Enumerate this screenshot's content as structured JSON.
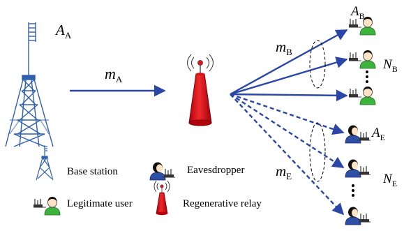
{
  "labels": {
    "antenna_bs": {
      "main": "A",
      "sub": "A"
    },
    "antenna_b": {
      "main": "A",
      "sub": "B"
    },
    "antenna_e": {
      "main": "A",
      "sub": "E"
    },
    "m_a": {
      "main": "m",
      "sub": "A"
    },
    "m_b": {
      "main": "m",
      "sub": "B"
    },
    "m_e": {
      "main": "m",
      "sub": "E"
    },
    "n_b": {
      "main": "N",
      "sub": "B"
    },
    "n_e": {
      "main": "N",
      "sub": "E"
    }
  },
  "legend": {
    "base_station": "Base station",
    "legitimate_user": "Legitimate user",
    "eavesdropper": "Eavesdropper",
    "relay": "Regenerative relay"
  },
  "colors": {
    "link": "#2A47A8",
    "tower": "#2F5FAE",
    "relay": "#E8141B",
    "legit_shirt": "#3CB33C",
    "eve_shirt": "#2E4FA6"
  }
}
